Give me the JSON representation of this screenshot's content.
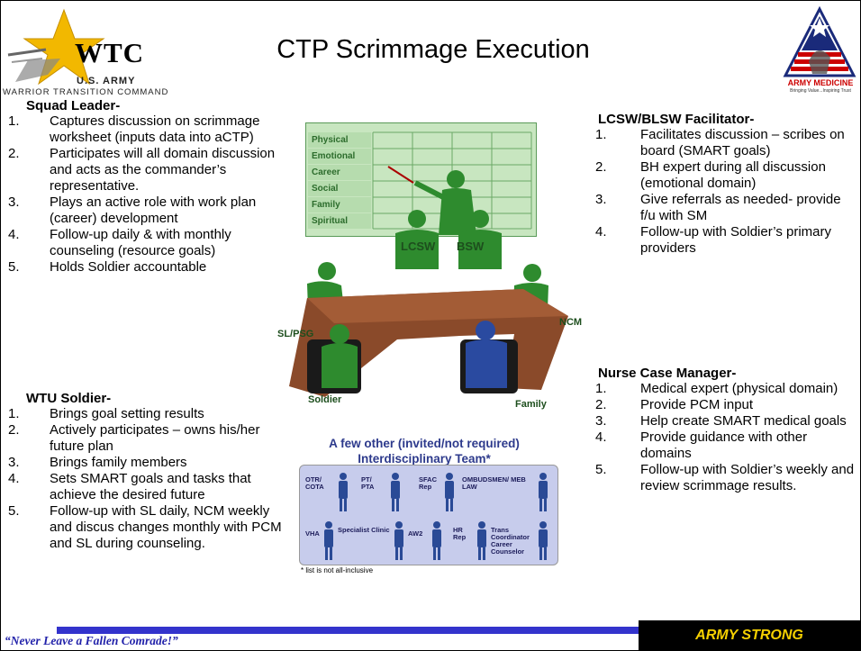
{
  "slide": {
    "title": "CTP Scrimmage Execution"
  },
  "logo_left": {
    "name": "WTC",
    "army": "U.S. ARMY",
    "command": "WARRIOR TRANSITION COMMAND",
    "icon": "star-icon"
  },
  "logo_right": {
    "name": "ARMY MEDICINE",
    "tagline": "Bringing Value...Inspiring Trust",
    "icon": "army-medicine-emblem-icon"
  },
  "squad_leader": {
    "heading": "Squad Leader-",
    "items": [
      {
        "num": "1.",
        "text": "Captures discussion on scrimmage worksheet (inputs data into aCTP)"
      },
      {
        "num": "2.",
        "text": "Participates will all domain discussion and acts as the commander’s representative."
      },
      {
        "num": "3.",
        "text": "Plays an active role with work plan (career) development"
      },
      {
        "num": "4.",
        "text": "Follow-up daily & with monthly counseling (resource goals)"
      },
      {
        "num": "5.",
        "text": "Holds Soldier accountable"
      }
    ]
  },
  "wtu_soldier": {
    "heading": "WTU Soldier-",
    "items": [
      {
        "num": "1.",
        "text": "Brings goal setting results"
      },
      {
        "num": "2.",
        "text": "Actively participates – owns his/her future plan"
      },
      {
        "num": "3.",
        "text": "Brings family members"
      },
      {
        "num": "4.",
        "text": "Sets SMART goals and tasks that achieve the desired future"
      },
      {
        "num": "5.",
        "text": "Follow-up with SL daily, NCM weekly and discus changes monthly with PCM and SL during counseling."
      }
    ]
  },
  "lcsw": {
    "heading": "LCSW/BLSW Facilitator-",
    "items": [
      {
        "num": "1.",
        "text": "Facilitates discussion – scribes on board (SMART goals)"
      },
      {
        "num": "2.",
        "text": "BH expert during all discussion (emotional domain)"
      },
      {
        "num": "3.",
        "text": "Give referrals as needed- provide f/u with SM"
      },
      {
        "num": "4.",
        "text": "Follow-up with Soldier’s primary providers"
      }
    ]
  },
  "ncm": {
    "heading": "Nurse Case Manager-",
    "items": [
      {
        "num": "1.",
        "text": "Medical expert (physical domain)"
      },
      {
        "num": "2.",
        "text": "Provide PCM input"
      },
      {
        "num": "3.",
        "text": "Help create SMART medical goals"
      },
      {
        "num": "4.",
        "text": "Provide guidance with other domains"
      },
      {
        "num": "5.",
        "text": "Follow-up with Soldier’s weekly and review scrimmage results."
      }
    ]
  },
  "graphic": {
    "board_rows": [
      "Physical",
      "Emotional",
      "Career",
      "Social",
      "Family",
      "Spiritual"
    ],
    "lcsw": "LCSW",
    "bsw": "BSW",
    "sl_psg": "SL/PSG",
    "ncm": "NCM",
    "soldier": "Soldier",
    "family": "Family",
    "team_title_1": "A few other (invited/not required)",
    "team_title_2": "Interdisciplinary Team*",
    "team_members": [
      "OTR/ COTA",
      "PT/ PTA",
      "SFAC Rep",
      "OMBUDSMEN/ MEB LAW",
      "VHA",
      "Specialist Clinic",
      "AW2",
      "HR Rep",
      "Trans Coordinator Career Counselor"
    ],
    "note": "* list is not all-inclusive",
    "colors": {
      "figure_green": "#2e8b2e",
      "board_bg": "#c8e6c0",
      "team_bg": "#c7ccec",
      "team_figure": "#2a4a96",
      "table": "#8a4a2a"
    }
  },
  "footer": {
    "motto": "“Never Leave a Fallen Comrade!”",
    "army_strong": "ARMY STRONG",
    "colors": {
      "bar": "#3333cc",
      "army_strong_text": "#f5d000"
    }
  }
}
